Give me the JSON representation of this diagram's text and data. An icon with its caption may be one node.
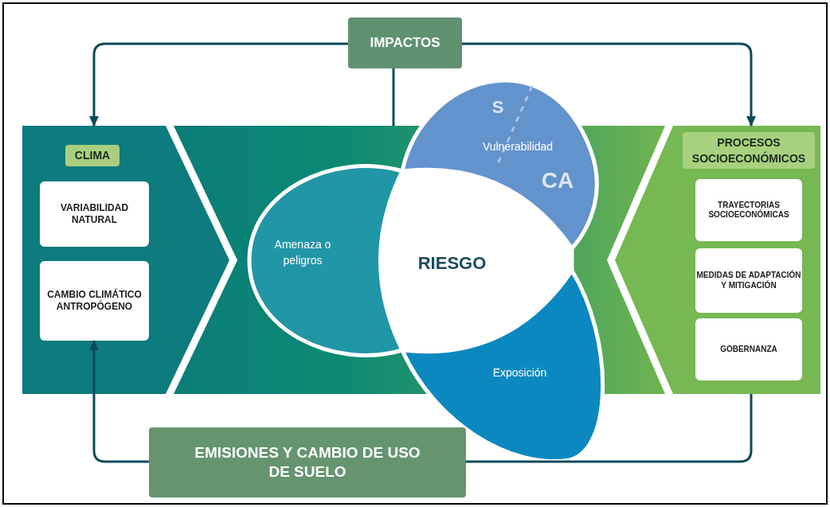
{
  "diagram": {
    "nodes": [
      {
        "text": [
          "IMPACTOS"
        ]
      },
      {
        "text": [
          "CLIMA"
        ]
      },
      {
        "text": [
          "VARIABILIDAD NATURAL"
        ],
        "in": 1
      },
      {
        "text": [
          "CAMBIO CLIMÁTICO ANTROPÓGENO"
        ],
        "in": 1
      },
      {
        "text": [],
        "shape": "band"
      },
      {
        "text": [
          "Amenaza o peligros"
        ],
        "in": 4
      },
      {
        "text": [
          "S",
          "Vulnerabilidad",
          "CA"
        ]
      },
      {
        "text": [
          "RIESGO"
        ],
        "in": 4
      },
      {
        "text": [
          "Exposición"
        ]
      },
      {
        "text": [
          "PROCESOS SOCIOECONÓMICOS"
        ]
      },
      {
        "text": [
          "TRAYECTORIAS SOCIOECONÓMICAS"
        ],
        "in": 9
      },
      {
        "text": [
          "MEDIDAS DE ADAPTACIÓN Y MITIGACIÓN"
        ],
        "in": 9
      },
      {
        "text": [
          "GOBERNANZA"
        ],
        "in": 9
      },
      {
        "text": [
          "EMISIONES Y CAMBIO DE USO DE SUELO"
        ]
      }
    ],
    "edges": [
      {
        "from": 0,
        "to": 1,
        "arrow": "to"
      },
      {
        "from": 0,
        "to": 9,
        "arrow": "to"
      },
      {
        "from": 0,
        "to": 4,
        "arrow": "none"
      },
      {
        "from": 9,
        "to": 13,
        "arrow": "none"
      },
      {
        "from": 13,
        "to": 3,
        "arrow": "to"
      }
    ]
  }
}
